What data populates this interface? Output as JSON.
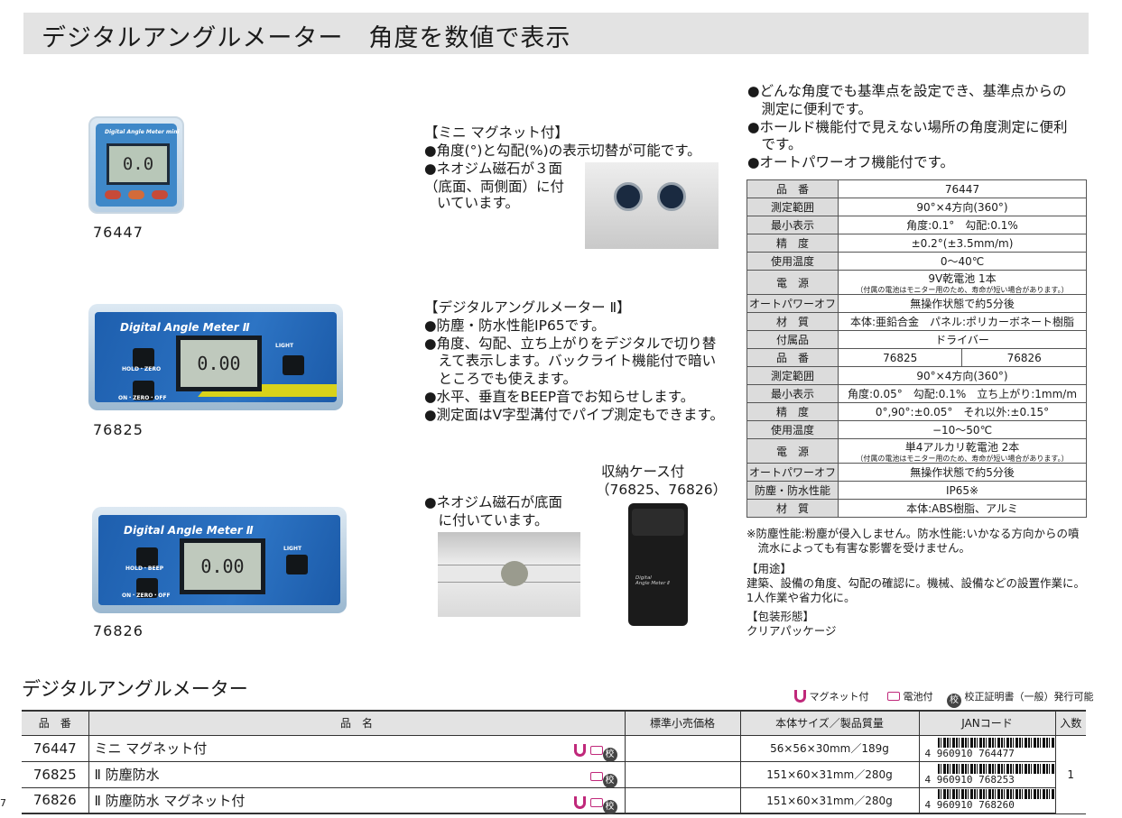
{
  "title": "デジタルアングルメーター　角度を数値で表示",
  "products_photos": {
    "mini": {
      "code": "76447",
      "brand": "Digital Angle Meter mini",
      "display": "0.0"
    },
    "m825": {
      "code": "76825",
      "brand": "Digital Angle Meter Ⅱ",
      "display": "0.00"
    },
    "m826": {
      "code": "76826",
      "brand": "Digital Angle Meter Ⅱ",
      "display": "0.00"
    }
  },
  "mini_desc": {
    "heading": "【ミニ マグネット付】",
    "line1": "●角度(°)と勾配(%)の表示切替が可能です。",
    "line2": "●ネオジム磁石が３面",
    "line3": "（底面、両側面）に付",
    "line4": "いています。"
  },
  "m2_desc": {
    "heading": "【デジタルアングルメーター Ⅱ】",
    "lines": [
      "●防塵・防水性能IP65です。",
      "●角度、勾配、立ち上がりをデジタルで切り替",
      "　えて表示します。バックライト機能付で暗い",
      "　ところでも使えます。",
      "●水平、垂直をBEEP音でお知らせします。",
      "●測定面はV字型溝付でパイプ測定もできます。"
    ]
  },
  "magnet_note": {
    "line1": "●ネオジム磁石が底面",
    "line2": "　に付いています。"
  },
  "case_note": {
    "line1": "収納ケース付",
    "line2": "（76825、76826）"
  },
  "features": [
    "●どんな角度でも基準点を設定でき、基準点からの",
    "　測定に便利です。",
    "●ホールド機能付で見えない場所の角度測定に便利",
    "　です。",
    "●オートパワーオフ機能付です。"
  ],
  "spec1": {
    "model_key": "品　番",
    "model": "76447",
    "range_key": "測定範囲",
    "range": "90°×4方向(360°)",
    "res_key": "最小表示",
    "res": "角度:0.1°　勾配:0.1%",
    "acc_key": "精　度",
    "acc": "±0.2°(±3.5mm/m)",
    "temp_key": "使用温度",
    "temp": "0〜40℃",
    "power_key": "電　源",
    "power": "9V乾電池 1本",
    "power_note": "（付属の電池はモニター用のため、寿命が短い場合があります。）",
    "off_key": "オートパワーオフ",
    "off": "無操作状態で約5分後",
    "mat_key": "材　質",
    "mat": "本体:亜鉛合金　パネル:ポリカーボネート樹脂",
    "acc2_key": "付属品",
    "acc2": "ドライバー"
  },
  "spec2": {
    "model_key": "品　番",
    "model_a": "76825",
    "model_b": "76826",
    "range_key": "測定範囲",
    "range": "90°×4方向(360°)",
    "res_key": "最小表示",
    "res": "角度:0.05°　勾配:0.1%　立ち上がり:1mm/m",
    "acc_key": "精　度",
    "acc": "0°,90°:±0.05°　それ以外:±0.15°",
    "temp_key": "使用温度",
    "temp": "−10〜50℃",
    "power_key": "電　源",
    "power": "単4アルカリ乾電池 2本",
    "power_note": "（付属の電池はモニター用のため、寿命が短い場合があります。）",
    "off_key": "オートパワーオフ",
    "off": "無操作状態で約5分後",
    "ip_key": "防塵・防水性能",
    "ip": "IP65※",
    "mat_key": "材　質",
    "mat": "本体:ABS樹脂、アルミ"
  },
  "notes": {
    "ip1": "※防塵性能:粉塵が侵入しません。防水性能:いかなる方向からの噴",
    "ip2": "　流水によっても有害な影響を受けません。",
    "use_head": "【用途】",
    "use1": "建築、設備の角度、勾配の確認に。機械、設備などの設置作業に。",
    "use2": "1人作業や省力化に。",
    "pack_head": "【包装形態】",
    "pack": "クリアパッケージ"
  },
  "bottom": {
    "title": "デジタルアングルメーター",
    "legend_magnet": "マグネット付",
    "legend_battery": "電池付",
    "legend_cert_icon": "校",
    "legend_cert": "校正証明書（一般）発行可能",
    "headers": [
      "品　番",
      "品　名",
      "標準小売価格",
      "本体サイズ／製品質量",
      "JANコード",
      "入数"
    ],
    "rows": [
      {
        "code": "76447",
        "name": "ミニ マグネット付",
        "size": "56×56×30mm／189g",
        "jan": "4 960910 764477"
      },
      {
        "code": "76825",
        "name": "Ⅱ 防塵防水",
        "size": "151×60×31mm／280g",
        "jan": "4 960910 768253"
      },
      {
        "code": "76826",
        "name": "Ⅱ 防塵防水 マグネット付",
        "size": "151×60×31mm／280g",
        "jan": "4 960910 768260"
      }
    ],
    "qty": "1",
    "page_mark": "7"
  }
}
